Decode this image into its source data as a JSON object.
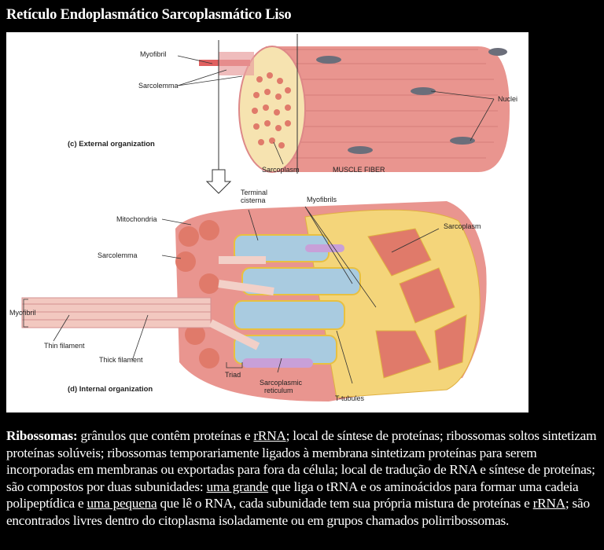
{
  "title": "Retículo Endoplasmático Sarcoplasmático Liso",
  "figure": {
    "external": {
      "caption": "(c) External organization",
      "labels": {
        "myofibril": "Myofibril",
        "sarcolemma": "Sarcolemma",
        "sarcoplasm": "Sarcoplasm",
        "muscle_fiber": "MUSCLE FIBER",
        "nuclei": "Nuclei"
      }
    },
    "internal": {
      "caption": "(d) Internal organization",
      "labels": {
        "terminal_cisterna_1": "Terminal",
        "terminal_cisterna_2": "cisterna",
        "myofibrils": "Myofibrils",
        "mitochondria": "Mitochondria",
        "sarcoplasm": "Sarcoplasm",
        "sarcolemma": "Sarcolemma",
        "myofibril": "Myofibril",
        "thin_filament": "Thin filament",
        "thick_filament": "Thick filament",
        "triad": "Triad",
        "sarcoplasmic_reticulum_1": "Sarcoplasmic",
        "sarcoplasmic_reticulum_2": "reticulum",
        "t_tubules": "T-tubules"
      }
    }
  },
  "paragraph": {
    "term": "Ribossomas:",
    "p1": " grânulos que contêm proteínas e ",
    "link_rrna_1": "rRNA",
    "p2": "; local de síntese de proteínas; ribossomas soltos sintetizam proteínas solúveis; ribossomas temporariamente ligados à membrana sintetizam proteínas para serem incorporadas em membranas ou exportadas para fora da célula; local de tradução de RNA e síntese de proteínas; são compostos por duas subunidades: ",
    "link_grande": "uma grande",
    "p3": " que liga o tRNA e os aminoácidos para formar uma cadeia polipeptídica e ",
    "link_pequena": "uma pequena",
    "p4": " que lê o RNA, cada subunidade tem sua própria mistura de proteínas e ",
    "link_rrna_2": "rRNA",
    "p5": "; são encontrados livres dentro do citoplasma isoladamente ou em grupos chamados polirribossomas."
  }
}
